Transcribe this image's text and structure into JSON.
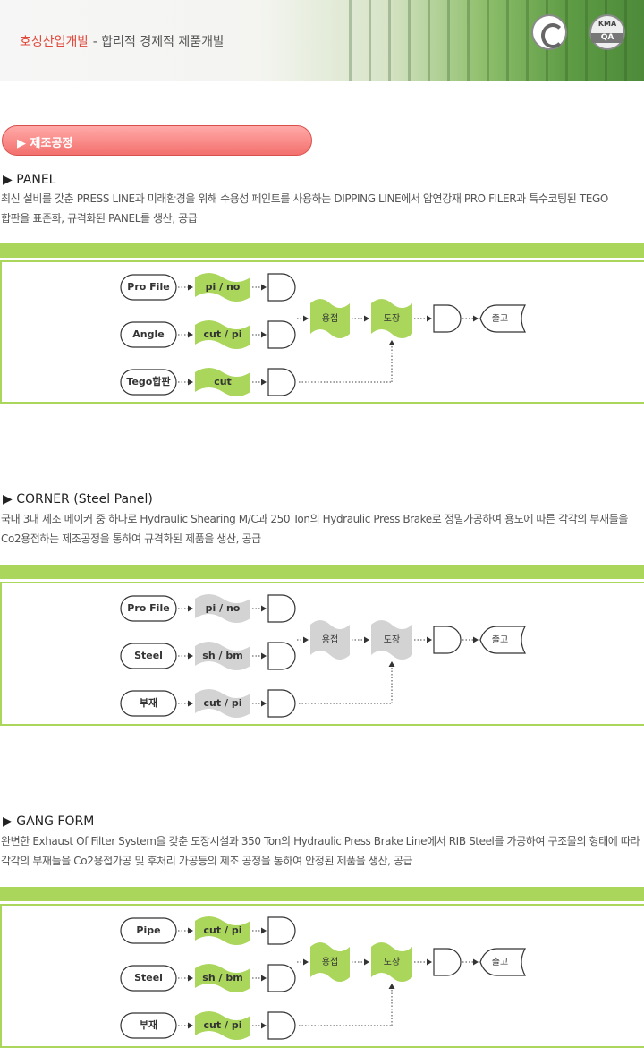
{
  "header": {
    "brand": "호성산업개발",
    "subtitle": " - 합리적 경제적 제품개발",
    "logo2_top": "KMA",
    "logo2_bottom": "QA"
  },
  "section_pill": {
    "label": "▶ 제조공정"
  },
  "sections": [
    {
      "heading": "▶ PANEL",
      "desc_line1": "최신 설비를 갖춘 PRESS LINE과 미래환경을 위해 수용성 페인트를 사용하는 DIPPING LINE에서 압연강재 PRO FILER과 특수코팅된 TEGO",
      "desc_line2": "합판을 표준화, 규격화된 PANEL를 생산, 공급",
      "color": "#a9d65b",
      "inputs": [
        "Pro File",
        "Angle",
        "Tego합판"
      ],
      "processes": [
        "pi / no",
        "cut / pi",
        "cut"
      ],
      "welding": "용접",
      "painting": "도장",
      "output": "출고"
    },
    {
      "heading": "▶ CORNER (Steel Panel)",
      "desc_line1": "국내 3대 제조 메이커 중 하나로 Hydraulic Shearing M/C과 250 Ton의 Hydraulic Press Brake로 정밀가공하여 용도에 따른 각각의 부재들을",
      "desc_line2": "Co2용접하는 제조공정을 통하여 규격화된 제품을 생산, 공급",
      "color": "#d3d3d3",
      "inputs": [
        "Pro File",
        "Steel",
        "부재"
      ],
      "processes": [
        "pi / no",
        "sh / bm",
        "cut / pi"
      ],
      "welding": "용접",
      "painting": "도장",
      "output": "출고"
    },
    {
      "heading": "▶ GANG FORM",
      "desc_line1": "완변한 Exhaust Of Filter System을 갖춘 도장시설과 350 Ton의 Hydraulic Press Brake Line에서 RIB Steel를 가공하여 구조물의 형태에 따라",
      "desc_line2": "각각의 부재들을 Co2용접가공 및 후처리 가공등의 제조 공정을 통하여 안정된 제품을 생산, 공급",
      "color": "#a9d65b",
      "inputs": [
        "Pipe",
        "Steel",
        "부재"
      ],
      "processes": [
        "cut / pi",
        "sh / bm",
        "cut / pi"
      ],
      "welding": "용접",
      "painting": "도장",
      "output": "출고"
    }
  ]
}
